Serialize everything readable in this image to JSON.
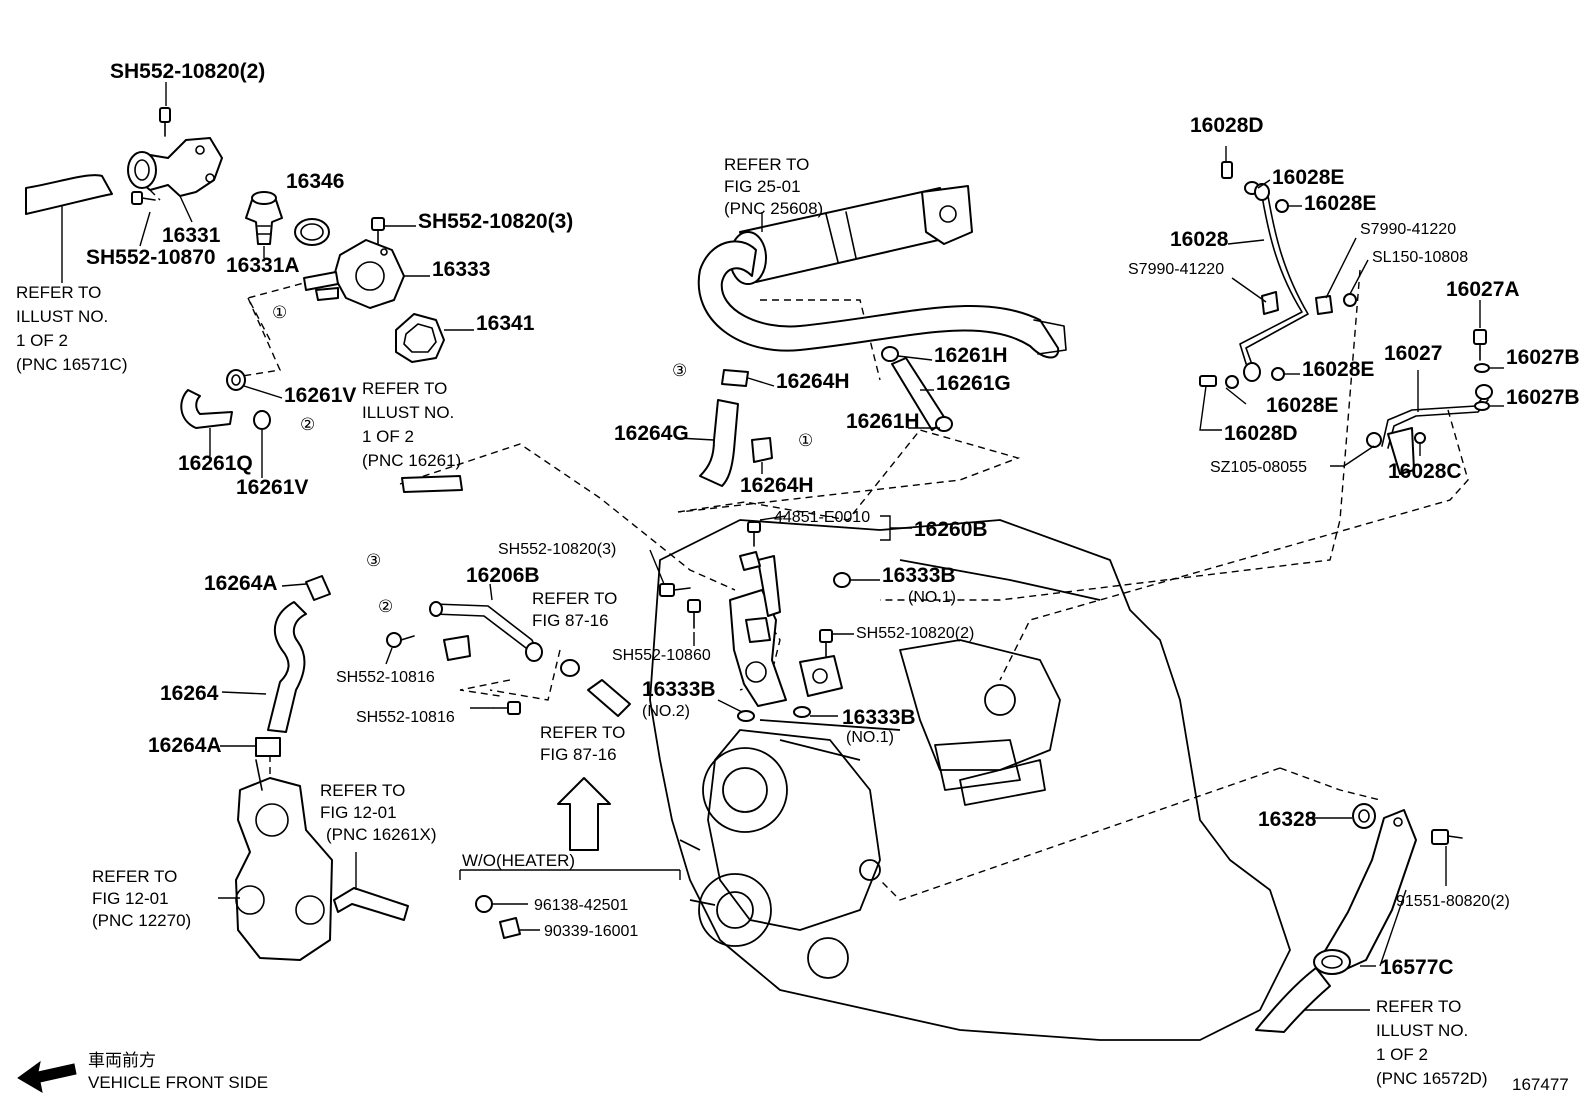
{
  "figure_number": "167477",
  "direction": {
    "japanese": "車両前方",
    "english": "VEHICLE FRONT SIDE"
  },
  "parts": [
    {
      "id": "sh552_10820_2_top",
      "label": "SH552-10820(2)"
    },
    {
      "id": "p16331",
      "label": "16331"
    },
    {
      "id": "sh552_10870",
      "label": "SH552-10870"
    },
    {
      "id": "p16346",
      "label": "16346"
    },
    {
      "id": "p16331a",
      "label": "16331A"
    },
    {
      "id": "sh552_10820_3_top",
      "label": "SH552-10820(3)"
    },
    {
      "id": "p16333",
      "label": "16333"
    },
    {
      "id": "p16341",
      "label": "16341"
    },
    {
      "id": "p16261v_a",
      "label": "16261V"
    },
    {
      "id": "p16261q",
      "label": "16261Q"
    },
    {
      "id": "p16261v_b",
      "label": "16261V"
    },
    {
      "id": "p16264h_a",
      "label": "16264H"
    },
    {
      "id": "p16264g",
      "label": "16264G"
    },
    {
      "id": "p16264h_b",
      "label": "16264H"
    },
    {
      "id": "p16261h_a",
      "label": "16261H"
    },
    {
      "id": "p16261g",
      "label": "16261G"
    },
    {
      "id": "p16261h_b",
      "label": "16261H"
    },
    {
      "id": "p16028d_top",
      "label": "16028D"
    },
    {
      "id": "p16028e_1",
      "label": "16028E"
    },
    {
      "id": "p16028e_2",
      "label": "16028E"
    },
    {
      "id": "p16028",
      "label": "16028"
    },
    {
      "id": "s7990_41220_r",
      "label": "S7990-41220"
    },
    {
      "id": "s7990_41220_l",
      "label": "S7990-41220"
    },
    {
      "id": "sl150_10808",
      "label": "SL150-10808"
    },
    {
      "id": "p16027a",
      "label": "16027A"
    },
    {
      "id": "p16027",
      "label": "16027"
    },
    {
      "id": "p16027b_1",
      "label": "16027B"
    },
    {
      "id": "p16028e_3",
      "label": "16028E"
    },
    {
      "id": "p16028e_4",
      "label": "16028E"
    },
    {
      "id": "p16027b_2",
      "label": "16027B"
    },
    {
      "id": "p16028d_bot",
      "label": "16028D"
    },
    {
      "id": "sz105_08055",
      "label": "SZ105-08055"
    },
    {
      "id": "p16028c",
      "label": "16028C"
    },
    {
      "id": "e44851",
      "label": "44851-E0010"
    },
    {
      "id": "p16260b",
      "label": "16260B"
    },
    {
      "id": "sh552_10820_3_mid",
      "label": "SH552-10820(3)"
    },
    {
      "id": "p16333b_no1a",
      "label": "16333B"
    },
    {
      "id": "no1_a",
      "label": "(NO.1)"
    },
    {
      "id": "p16264a_top",
      "label": "16264A"
    },
    {
      "id": "p16206b",
      "label": "16206B"
    },
    {
      "id": "sh552_10820_2_mid",
      "label": "SH552-10820(2)"
    },
    {
      "id": "sh552_10860",
      "label": "SH552-10860"
    },
    {
      "id": "sh552_10816_a",
      "label": "SH552-10816"
    },
    {
      "id": "p16264",
      "label": "16264"
    },
    {
      "id": "p16333b_no2",
      "label": "16333B"
    },
    {
      "id": "no2",
      "label": "(NO.2)"
    },
    {
      "id": "sh552_10816_b",
      "label": "SH552-10816"
    },
    {
      "id": "p16333b_no1b",
      "label": "16333B"
    },
    {
      "id": "no1_b",
      "label": "(NO.1)"
    },
    {
      "id": "p16264a_bot",
      "label": "16264A"
    },
    {
      "id": "p16328",
      "label": "16328"
    },
    {
      "id": "p91551",
      "label": "91551-80820(2)"
    },
    {
      "id": "p96138",
      "label": "96138-42501"
    },
    {
      "id": "p90339",
      "label": "90339-16001"
    },
    {
      "id": "p16577c",
      "label": "16577C"
    }
  ],
  "references": [
    {
      "id": "ref_left_illust",
      "lines": [
        "REFER TO",
        "ILLUST NO.",
        "1 OF 2",
        "(PNC 16571C)"
      ]
    },
    {
      "id": "ref_mid_illust",
      "lines": [
        "REFER TO",
        "ILLUST NO.",
        "1 OF 2",
        "(PNC 16261)"
      ]
    },
    {
      "id": "ref_fig25",
      "lines": [
        "REFER TO",
        "FIG 25-01",
        "(PNC 25608)"
      ]
    },
    {
      "id": "ref_fig87_a",
      "lines": [
        "REFER TO",
        "FIG 87-16"
      ]
    },
    {
      "id": "ref_fig87_b",
      "lines": [
        "REFER TO",
        "FIG 87-16"
      ]
    },
    {
      "id": "ref_fig12_x",
      "lines": [
        "REFER TO",
        "FIG 12-01",
        "(PNC 16261X)"
      ]
    },
    {
      "id": "ref_fig12_pump",
      "lines": [
        "REFER TO",
        "FIG 12-01",
        "(PNC 12270)"
      ]
    },
    {
      "id": "ref_right_illust",
      "lines": [
        "REFER TO",
        "ILLUST NO.",
        "1 OF 2",
        "(PNC 16572D)"
      ]
    }
  ],
  "condition": "W/O(HEATER)",
  "connection_markers": [
    "①",
    "②",
    "③"
  ]
}
